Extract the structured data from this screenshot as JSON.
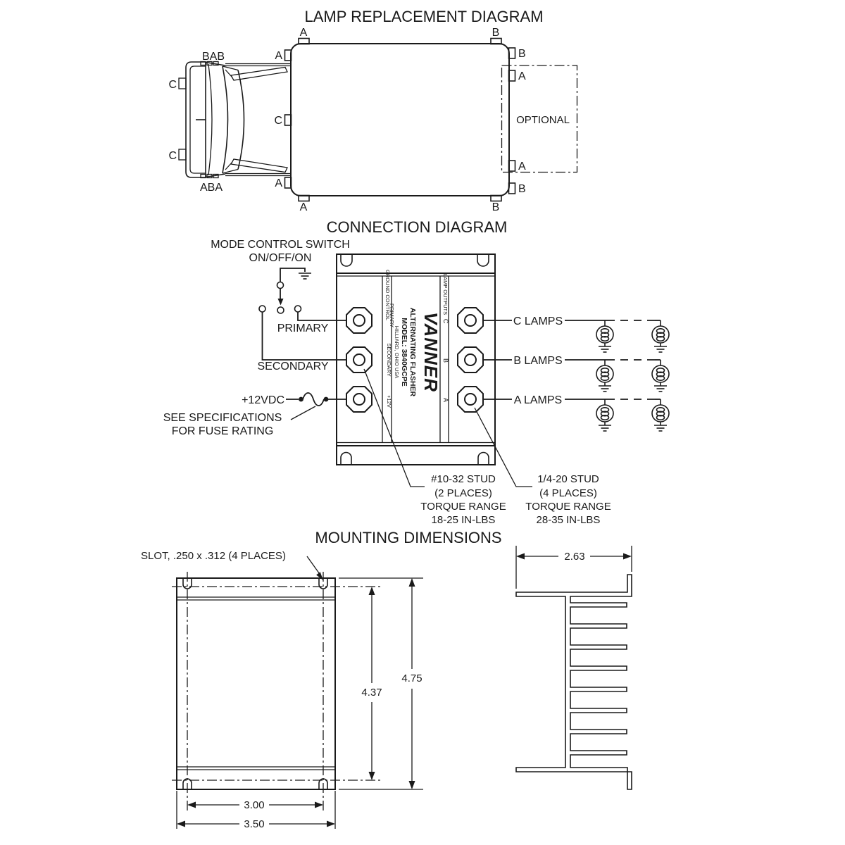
{
  "colors": {
    "ink": "#1a1a1a",
    "background": "#ffffff"
  },
  "lamp_diagram": {
    "title": "LAMP REPLACEMENT DIAGRAM",
    "labels": {
      "a": "A",
      "b": "B",
      "c": "C",
      "bab": "BAB",
      "aba": "ABA",
      "optional": "OPTIONAL"
    }
  },
  "connection_diagram": {
    "title": "CONNECTION DIAGRAM",
    "mode_switch": {
      "line1": "MODE CONTROL SWITCH",
      "line2": "ON/OFF/ON"
    },
    "inputs": {
      "primary": "PRIMARY",
      "secondary": "SECONDARY",
      "supply": "+12VDC"
    },
    "fuse_note": {
      "line1": "SEE SPECIFICATIONS",
      "line2": "FOR FUSE RATING"
    },
    "module": {
      "brand": "VANNER",
      "product": "ALTERNATING FLASHER",
      "model": "MODEL: 3840GCPE",
      "city": "HILLIARD, OHIO USA",
      "left_strip": {
        "title": "GROUND CONTROL",
        "row1": "PRIMARY",
        "row2": "SECONDARY",
        "row3": "+12V"
      },
      "right_strip": {
        "title": "LAMP OUTPUTS",
        "row1": "C",
        "row2": "B",
        "row3": "A"
      }
    },
    "lamp_rows": [
      {
        "label": "C LAMPS"
      },
      {
        "label": "B LAMPS"
      },
      {
        "label": "A LAMPS"
      }
    ],
    "stud_note_small": {
      "line1": "#10-32 STUD",
      "line2": "(2 PLACES)",
      "line3": "TORQUE RANGE",
      "line4": "18-25 IN-LBS"
    },
    "stud_note_large": {
      "line1": "1/4-20 STUD",
      "line2": "(4 PLACES)",
      "line3": "TORQUE RANGE",
      "line4": "28-35 IN-LBS"
    }
  },
  "mounting": {
    "title": "MOUNTING DIMENSIONS",
    "slot_note": "SLOT, .250 x .312 (4 PLACES)",
    "dims": {
      "height_outer": "4.75",
      "height_slots": "4.37",
      "width_slots": "3.00",
      "width_outer": "3.50",
      "depth": "2.63"
    }
  }
}
